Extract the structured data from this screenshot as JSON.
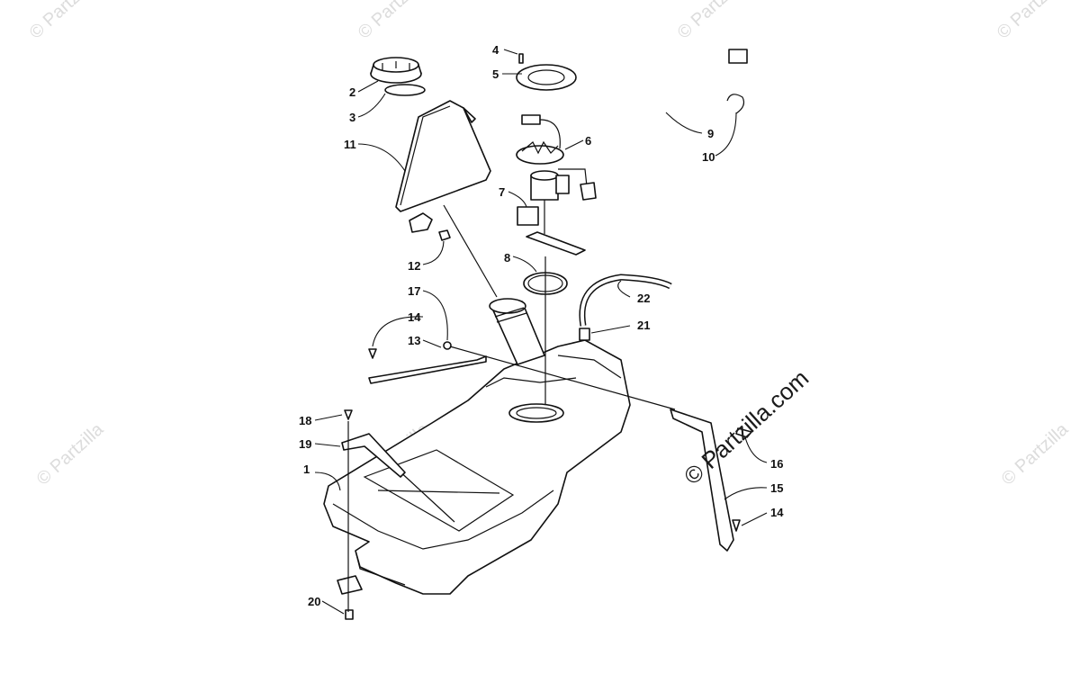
{
  "watermark": {
    "text": "© Partzilla",
    "center_text": "© Partzilla.com"
  },
  "callouts": [
    "1",
    "2",
    "3",
    "4",
    "5",
    "6",
    "7",
    "8",
    "9",
    "10",
    "11",
    "12",
    "13",
    "14",
    "14",
    "15",
    "16",
    "17",
    "18",
    "19",
    "20",
    "21",
    "22"
  ]
}
